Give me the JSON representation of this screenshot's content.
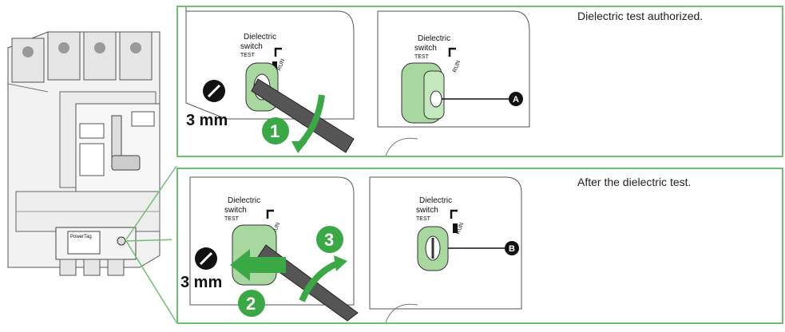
{
  "captions": {
    "top": "Dielectric test authorized.",
    "bottom": "After the dielectric test."
  },
  "switch_labels": {
    "dielectric": "Dielectric",
    "switch": "switch",
    "test": "TEST",
    "run": "RUN"
  },
  "tool": {
    "size_label": "3 mm"
  },
  "steps": {
    "one": "1",
    "two": "2",
    "three": "3"
  },
  "callouts": {
    "a": "A",
    "b": "B"
  },
  "breaker": {
    "module_label": "PowerTag"
  },
  "colors": {
    "accent_green": "#3aa845",
    "panel_border": "#6fbf73",
    "switch_green": "#a8d8a0"
  }
}
